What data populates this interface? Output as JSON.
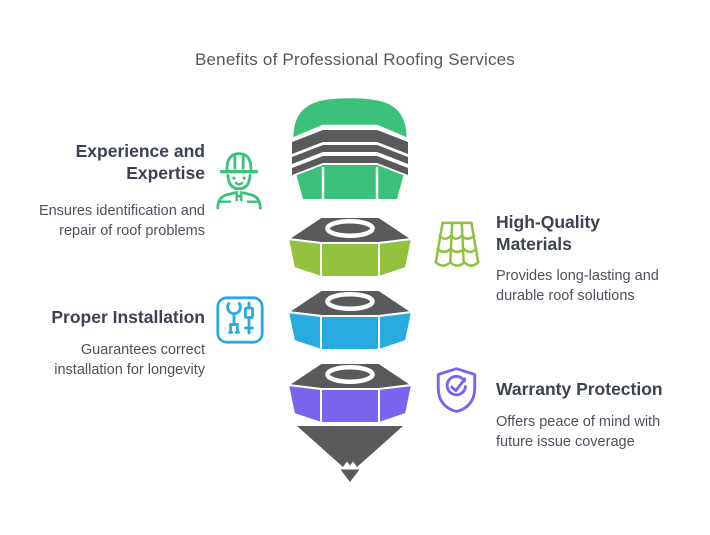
{
  "title": "Benefits of Professional Roofing Services",
  "benefits": [
    {
      "title": "Experience and Expertise",
      "description": "Ensures identification and repair of roof problems",
      "icon": "construction-worker-icon",
      "color": "#3cc17a",
      "side": "left"
    },
    {
      "title": "High-Quality Materials",
      "description": "Provides long-lasting and durable roof solutions",
      "icon": "roof-tiles-icon",
      "color": "#92c13e",
      "side": "right"
    },
    {
      "title": "Proper Installation",
      "description": "Guarantees correct installation for longevity",
      "icon": "tools-icon",
      "color": "#29abe0",
      "side": "left"
    },
    {
      "title": "Warranty Protection",
      "description": "Offers peace of mind with future issue coverage",
      "icon": "shield-check-icon",
      "color": "#7c63ee",
      "side": "right"
    }
  ],
  "funnel": {
    "structure_color": "#5a5a5c",
    "segments": [
      {
        "name": "top-piston",
        "color": "#3cc17a"
      },
      {
        "name": "hex-nut-2",
        "color": "#92c13e"
      },
      {
        "name": "hex-nut-3",
        "color": "#29abe0"
      },
      {
        "name": "hex-nut-4",
        "color": "#7c63ee"
      }
    ]
  },
  "colors": {
    "title_text": "#55585e",
    "heading_text": "#3d4250",
    "body_text": "#4c525c",
    "background": "#ffffff"
  }
}
